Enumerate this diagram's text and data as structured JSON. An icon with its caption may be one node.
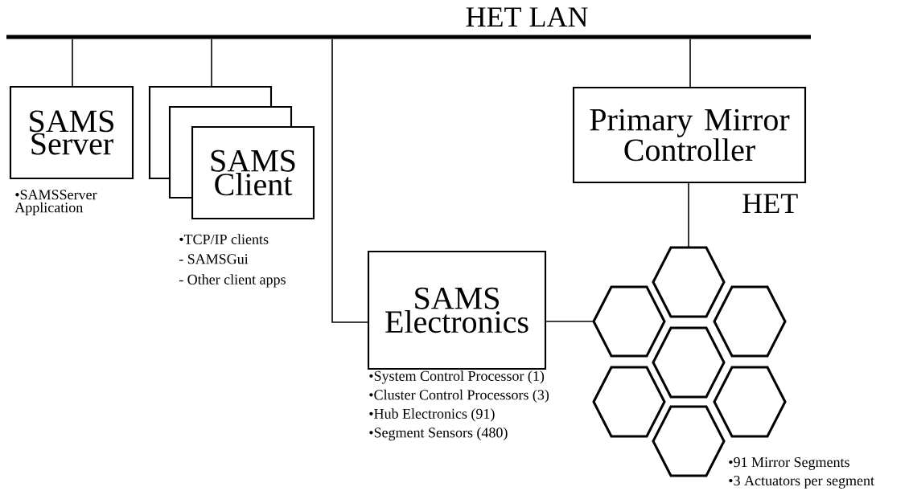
{
  "diagram": {
    "nodes": [
      {
        "text": [
          "HET LAN"
        ]
      },
      {
        "text": [
          "SAMS Server"
        ],
        "beside": [
          "•SAMSServer Application"
        ]
      },
      {
        "text": [
          "SAMS Client"
        ],
        "beside": [
          "•TCP/IP clients",
          "- SAMSGui",
          "- Other client apps"
        ]
      },
      {
        "text": [
          "Primary Mirror Controller"
        ]
      },
      {
        "text": [
          "SAMS Electronics"
        ],
        "beside": [
          "•System Control Processor (1)",
          "•Cluster Control Processors (3)",
          "•Hub Electronics (91)",
          "•Segment Sensors (480)"
        ]
      },
      {
        "text": [],
        "shape": "hexagon"
      },
      {
        "text": [],
        "shape": "hexagon"
      },
      {
        "text": [],
        "shape": "hexagon"
      },
      {
        "text": [],
        "shape": "hexagon"
      },
      {
        "text": [],
        "shape": "hexagon"
      },
      {
        "text": [],
        "shape": "hexagon"
      },
      {
        "text": [],
        "shape": "hexagon"
      }
    ],
    "edges": [
      {
        "from": 0,
        "to": 1,
        "arrow": "none"
      },
      {
        "from": 0,
        "to": 2,
        "arrow": "none"
      },
      {
        "from": 0,
        "to": 4,
        "arrow": "none"
      },
      {
        "from": 0,
        "to": 3,
        "arrow": "none"
      },
      {
        "from": 3,
        "to": 5,
        "arrow": "none"
      },
      {
        "from": 4,
        "to": 6,
        "arrow": "none"
      }
    ],
    "labels": [
      "HET",
      "•91 Mirror Segments",
      "•3 Actuators per segment"
    ]
  }
}
